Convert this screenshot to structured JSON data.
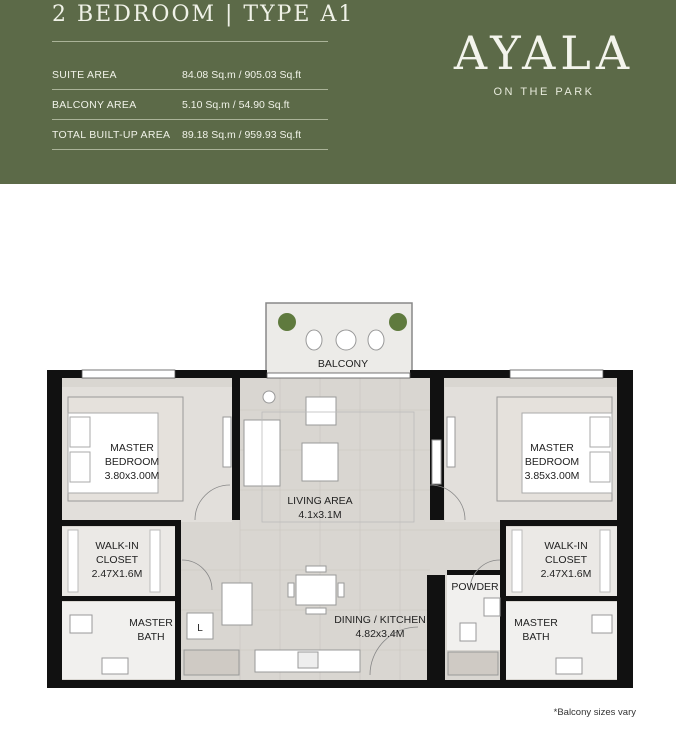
{
  "header": {
    "title": "2 BEDROOM | TYPE A1",
    "specs": [
      {
        "label": "SUITE AREA",
        "value": "84.08 Sq.m / 905.03 Sq.ft"
      },
      {
        "label": "BALCONY AREA",
        "value": "5.10 Sq.m / 54.90 Sq.ft"
      },
      {
        "label": "TOTAL BUILT-UP AREA",
        "value": "89.18 Sq.m / 959.93 Sq.ft"
      }
    ],
    "brand": {
      "name": "AYALA",
      "subtitle": "ON THE PARK"
    }
  },
  "plan": {
    "rooms": {
      "balcony": "BALCONY",
      "living": {
        "name": "LIVING AREA",
        "size": "4.1x3.1M"
      },
      "bed_left": {
        "name1": "MASTER",
        "name2": "BEDROOM",
        "size": "3.80x3.00M"
      },
      "bed_right": {
        "name1": "MASTER",
        "name2": "BEDROOM",
        "size": "3.85x3.00M"
      },
      "closet_left": {
        "name1": "WALK-IN",
        "name2": "CLOSET",
        "size": "2.47X1.6M"
      },
      "closet_right": {
        "name1": "WALK-IN",
        "name2": "CLOSET",
        "size": "2.47X1.6M"
      },
      "bath_left": {
        "name1": "MASTER",
        "name2": "BATH"
      },
      "bath_right": {
        "name1": "MASTER",
        "name2": "BATH"
      },
      "powder": "POWDER",
      "dining": {
        "name": "DINING / KITCHEN",
        "size": "4.82x3.4M"
      },
      "laundry": "L"
    }
  },
  "footnote": "*Balcony sizes vary",
  "colors": {
    "header_bg": "#5c6a48",
    "floor": "#d9d6d1",
    "wall": "#111111"
  }
}
